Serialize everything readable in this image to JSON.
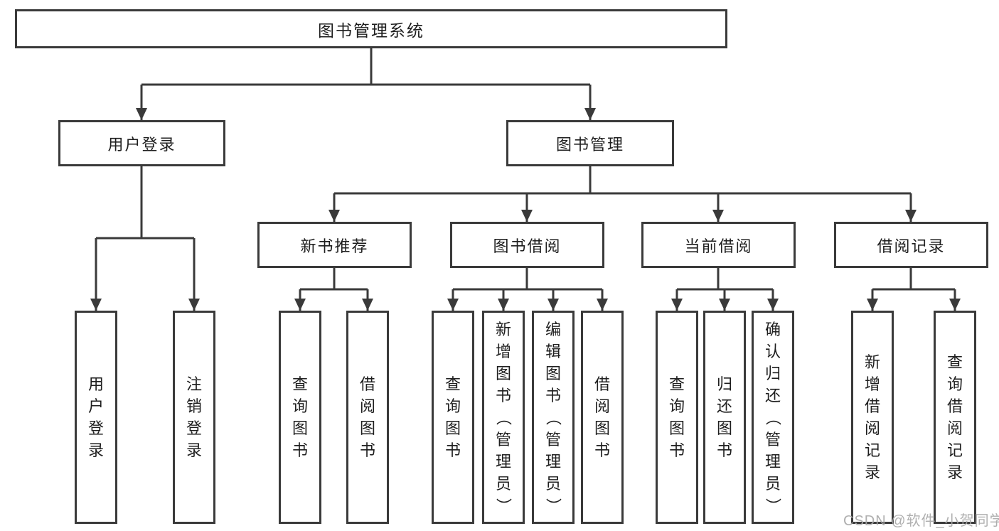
{
  "diagram": {
    "title": "图书管理系统",
    "type": "hierarchy-tree",
    "colors": {
      "line": "#3a3a3a",
      "box_border": "#3a3a3a",
      "box_fill": "#ffffff",
      "text": "#1e1e1e",
      "background": "#ffffff",
      "watermark_text": "#a8a8a8"
    },
    "watermark": "CSDN @软件_小贺同学",
    "nodes": {
      "root": {
        "label": "图书管理系统",
        "level": 1
      },
      "user_login": {
        "label": "用户登录",
        "level": 2
      },
      "book_mgmt": {
        "label": "图书管理",
        "level": 2
      },
      "new_book_rec": {
        "label": "新书推荐",
        "level": 3
      },
      "book_borrow": {
        "label": "图书借阅",
        "level": 3
      },
      "current_borrow": {
        "label": "当前借阅",
        "level": 3
      },
      "borrow_record": {
        "label": "借阅记录",
        "level": 3
      },
      "login_user": {
        "label": "用户登录",
        "level": 4
      },
      "login_logout": {
        "label": "注销登录",
        "level": 4
      },
      "rec_query_book": {
        "label": "查询图书",
        "level": 4
      },
      "rec_borrow_book": {
        "label": "借阅图书",
        "level": 4
      },
      "borrow_query_book": {
        "label": "查询图书",
        "level": 4
      },
      "borrow_add_book": {
        "label": "新增图书（管理员）",
        "level": 4
      },
      "borrow_edit_book": {
        "label": "编辑图书（管理员）",
        "level": 4
      },
      "borrow_borrow_book": {
        "label": "借阅图书",
        "level": 4
      },
      "current_query_book": {
        "label": "查询图书",
        "level": 4
      },
      "current_return_book": {
        "label": "归还图书",
        "level": 4
      },
      "current_confirm_return": {
        "label": "确认归还（管理员）",
        "level": 4
      },
      "record_add": {
        "label": "新增借阅记录",
        "level": 4
      },
      "record_query": {
        "label": "查询借阅记录",
        "level": 4
      }
    },
    "edges": [
      [
        "root",
        "user_login"
      ],
      [
        "root",
        "book_mgmt"
      ],
      [
        "user_login",
        "login_user"
      ],
      [
        "user_login",
        "login_logout"
      ],
      [
        "book_mgmt",
        "new_book_rec"
      ],
      [
        "book_mgmt",
        "book_borrow"
      ],
      [
        "book_mgmt",
        "current_borrow"
      ],
      [
        "book_mgmt",
        "borrow_record"
      ],
      [
        "new_book_rec",
        "rec_query_book"
      ],
      [
        "new_book_rec",
        "rec_borrow_book"
      ],
      [
        "book_borrow",
        "borrow_query_book"
      ],
      [
        "book_borrow",
        "borrow_add_book"
      ],
      [
        "book_borrow",
        "borrow_edit_book"
      ],
      [
        "book_borrow",
        "borrow_borrow_book"
      ],
      [
        "current_borrow",
        "current_query_book"
      ],
      [
        "current_borrow",
        "current_return_book"
      ],
      [
        "current_borrow",
        "current_confirm_return"
      ],
      [
        "borrow_record",
        "record_add"
      ],
      [
        "borrow_record",
        "record_query"
      ]
    ]
  }
}
